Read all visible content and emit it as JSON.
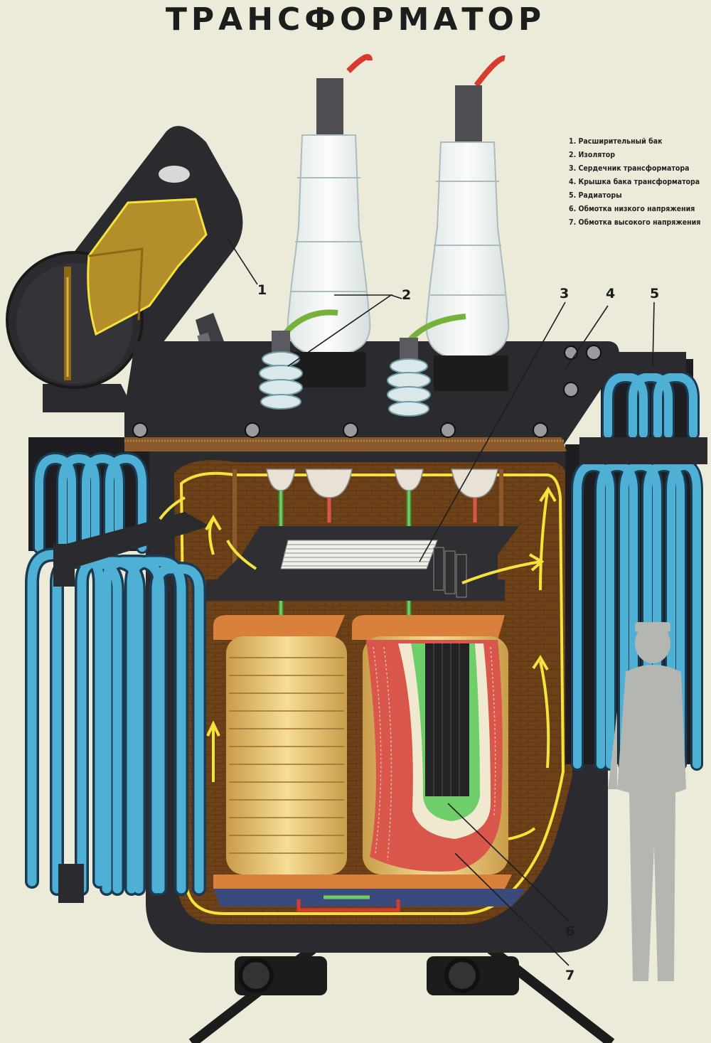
{
  "poster": {
    "title": "ТРАНСФОРМАТОР",
    "legend": [
      "1. Расширительный бак",
      "2. Изолятор",
      "3. Сердечник трансформатора",
      "4. Крышка бака трансформатора",
      "5. Радиаторы",
      "6. Обмотка низкого напряжения",
      "7. Обмотка высокого напряжения"
    ],
    "callouts": [
      "1",
      "2",
      "3",
      "4",
      "5",
      "6",
      "7"
    ]
  },
  "colors": {
    "background": "#ecead9",
    "tank_body": "#2b2b2f",
    "radiator_blue": "#4fb0d6",
    "oil_brown": "#6e4218",
    "oil_flow_arrow": "#f4e33a",
    "winding_gold": "#e6c36e",
    "hv_winding_red": "#d9564a",
    "lv_winding_green": "#6ecf6a",
    "insulator_glass": "#f4f6f4",
    "lead_wire_red": "#d83a2e",
    "lead_wire_green": "#76b23a",
    "silhouette_gray": "#b4b6b2"
  }
}
